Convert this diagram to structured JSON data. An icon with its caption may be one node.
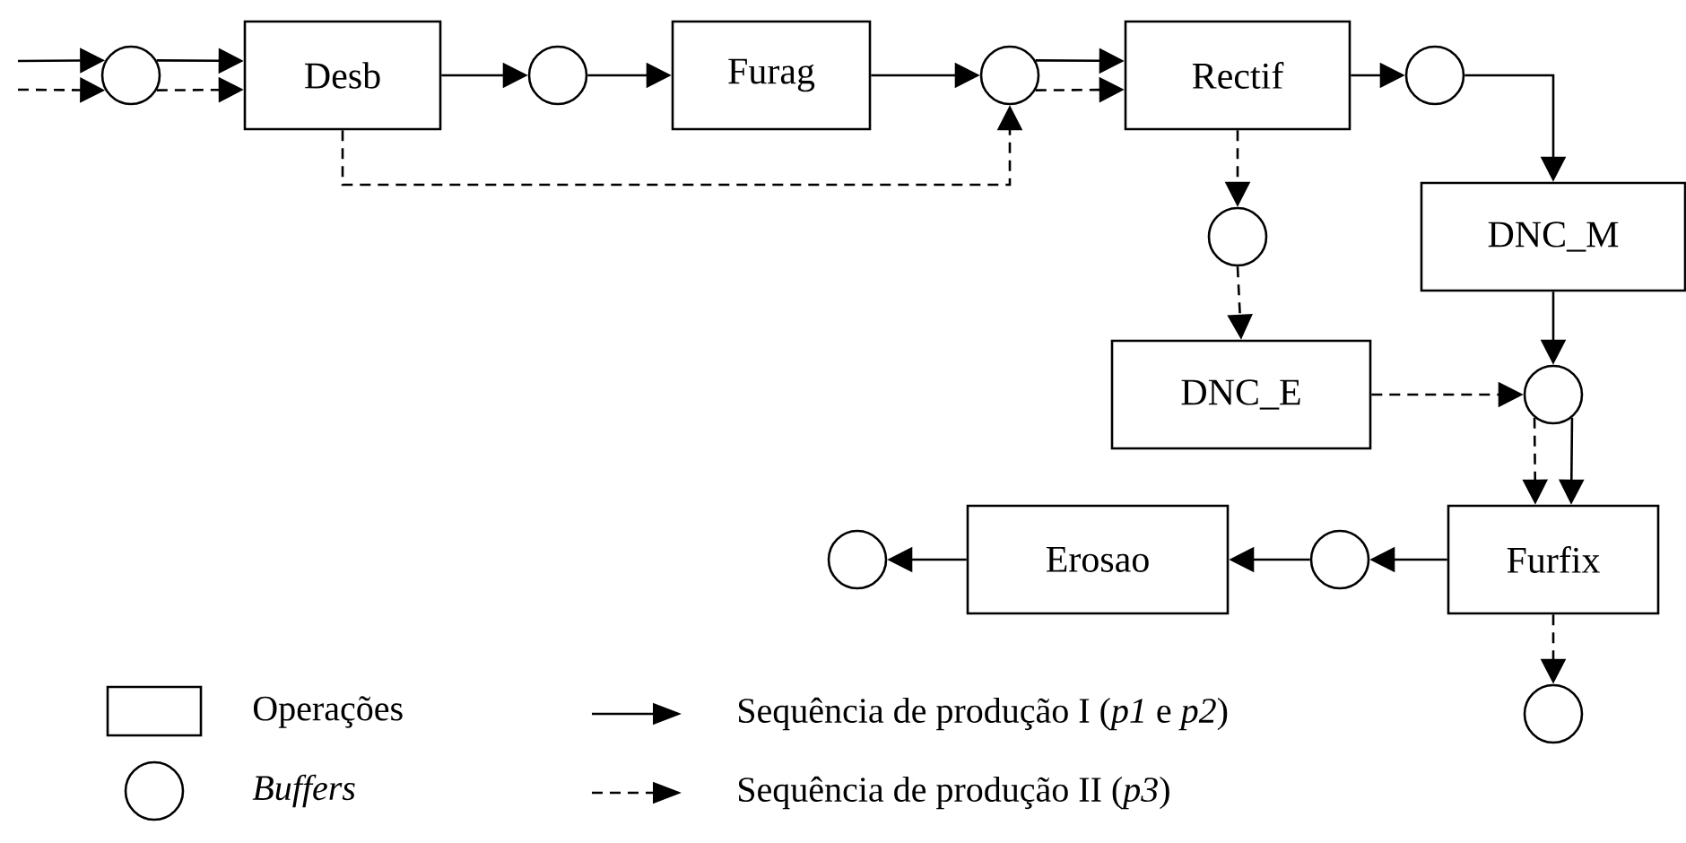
{
  "diagram": {
    "nodes": [
      {
        "text": [],
        "shape": "circle"
      },
      {
        "text": [
          "Desb"
        ]
      },
      {
        "text": [],
        "shape": "circle"
      },
      {
        "text": [
          "Furag"
        ]
      },
      {
        "text": [],
        "shape": "circle"
      },
      {
        "text": [
          "Rectif"
        ]
      },
      {
        "text": [],
        "shape": "circle"
      },
      {
        "text": [],
        "shape": "circle"
      },
      {
        "text": [
          "DNC_M"
        ]
      },
      {
        "text": [
          "DNC_E"
        ]
      },
      {
        "text": [],
        "shape": "circle"
      },
      {
        "text": [
          "Furfix"
        ]
      },
      {
        "text": [],
        "shape": "circle"
      },
      {
        "text": [
          "Erosao"
        ]
      },
      {
        "text": [],
        "shape": "circle"
      },
      {
        "text": [],
        "shape": "circle"
      }
    ],
    "edges": [
      {
        "from": null,
        "to": 0,
        "arrow": "to"
      },
      {
        "from": null,
        "to": 0,
        "arrow": "to",
        "style": "dashed"
      },
      {
        "from": 0,
        "to": 1,
        "arrow": "to"
      },
      {
        "from": 0,
        "to": 1,
        "arrow": "to",
        "style": "dashed"
      },
      {
        "from": 1,
        "to": 2,
        "arrow": "to"
      },
      {
        "from": 2,
        "to": 3,
        "arrow": "to"
      },
      {
        "from": 3,
        "to": 4,
        "arrow": "to"
      },
      {
        "from": 1,
        "to": 4,
        "arrow": "to",
        "style": "dashed"
      },
      {
        "from": 4,
        "to": 5,
        "arrow": "to"
      },
      {
        "from": 4,
        "to": 5,
        "arrow": "to",
        "style": "dashed"
      },
      {
        "from": 5,
        "to": 6,
        "arrow": "to"
      },
      {
        "from": 6,
        "to": 8,
        "arrow": "to"
      },
      {
        "from": 5,
        "to": 7,
        "arrow": "to",
        "style": "dashed"
      },
      {
        "from": 7,
        "to": 9,
        "arrow": "to",
        "style": "dashed"
      },
      {
        "from": 8,
        "to": 10,
        "arrow": "to"
      },
      {
        "from": 9,
        "to": 10,
        "arrow": "to",
        "style": "dashed"
      },
      {
        "from": 10,
        "to": 11,
        "arrow": "to",
        "style": "dashed"
      },
      {
        "from": 10,
        "to": 11,
        "arrow": "to"
      },
      {
        "from": 11,
        "to": 12,
        "arrow": "to"
      },
      {
        "from": 12,
        "to": 13,
        "arrow": "to"
      },
      {
        "from": 13,
        "to": 14,
        "arrow": "to"
      },
      {
        "from": 11,
        "to": 15,
        "arrow": "to",
        "style": "dashed"
      }
    ],
    "legend": [
      {
        "text": "Operações"
      },
      {
        "text": "Buffers"
      },
      {
        "text": "Sequência de produção I (*p1* e *p2*)"
      },
      {
        "text": "Sequência de produção II (*p3*)"
      }
    ]
  }
}
